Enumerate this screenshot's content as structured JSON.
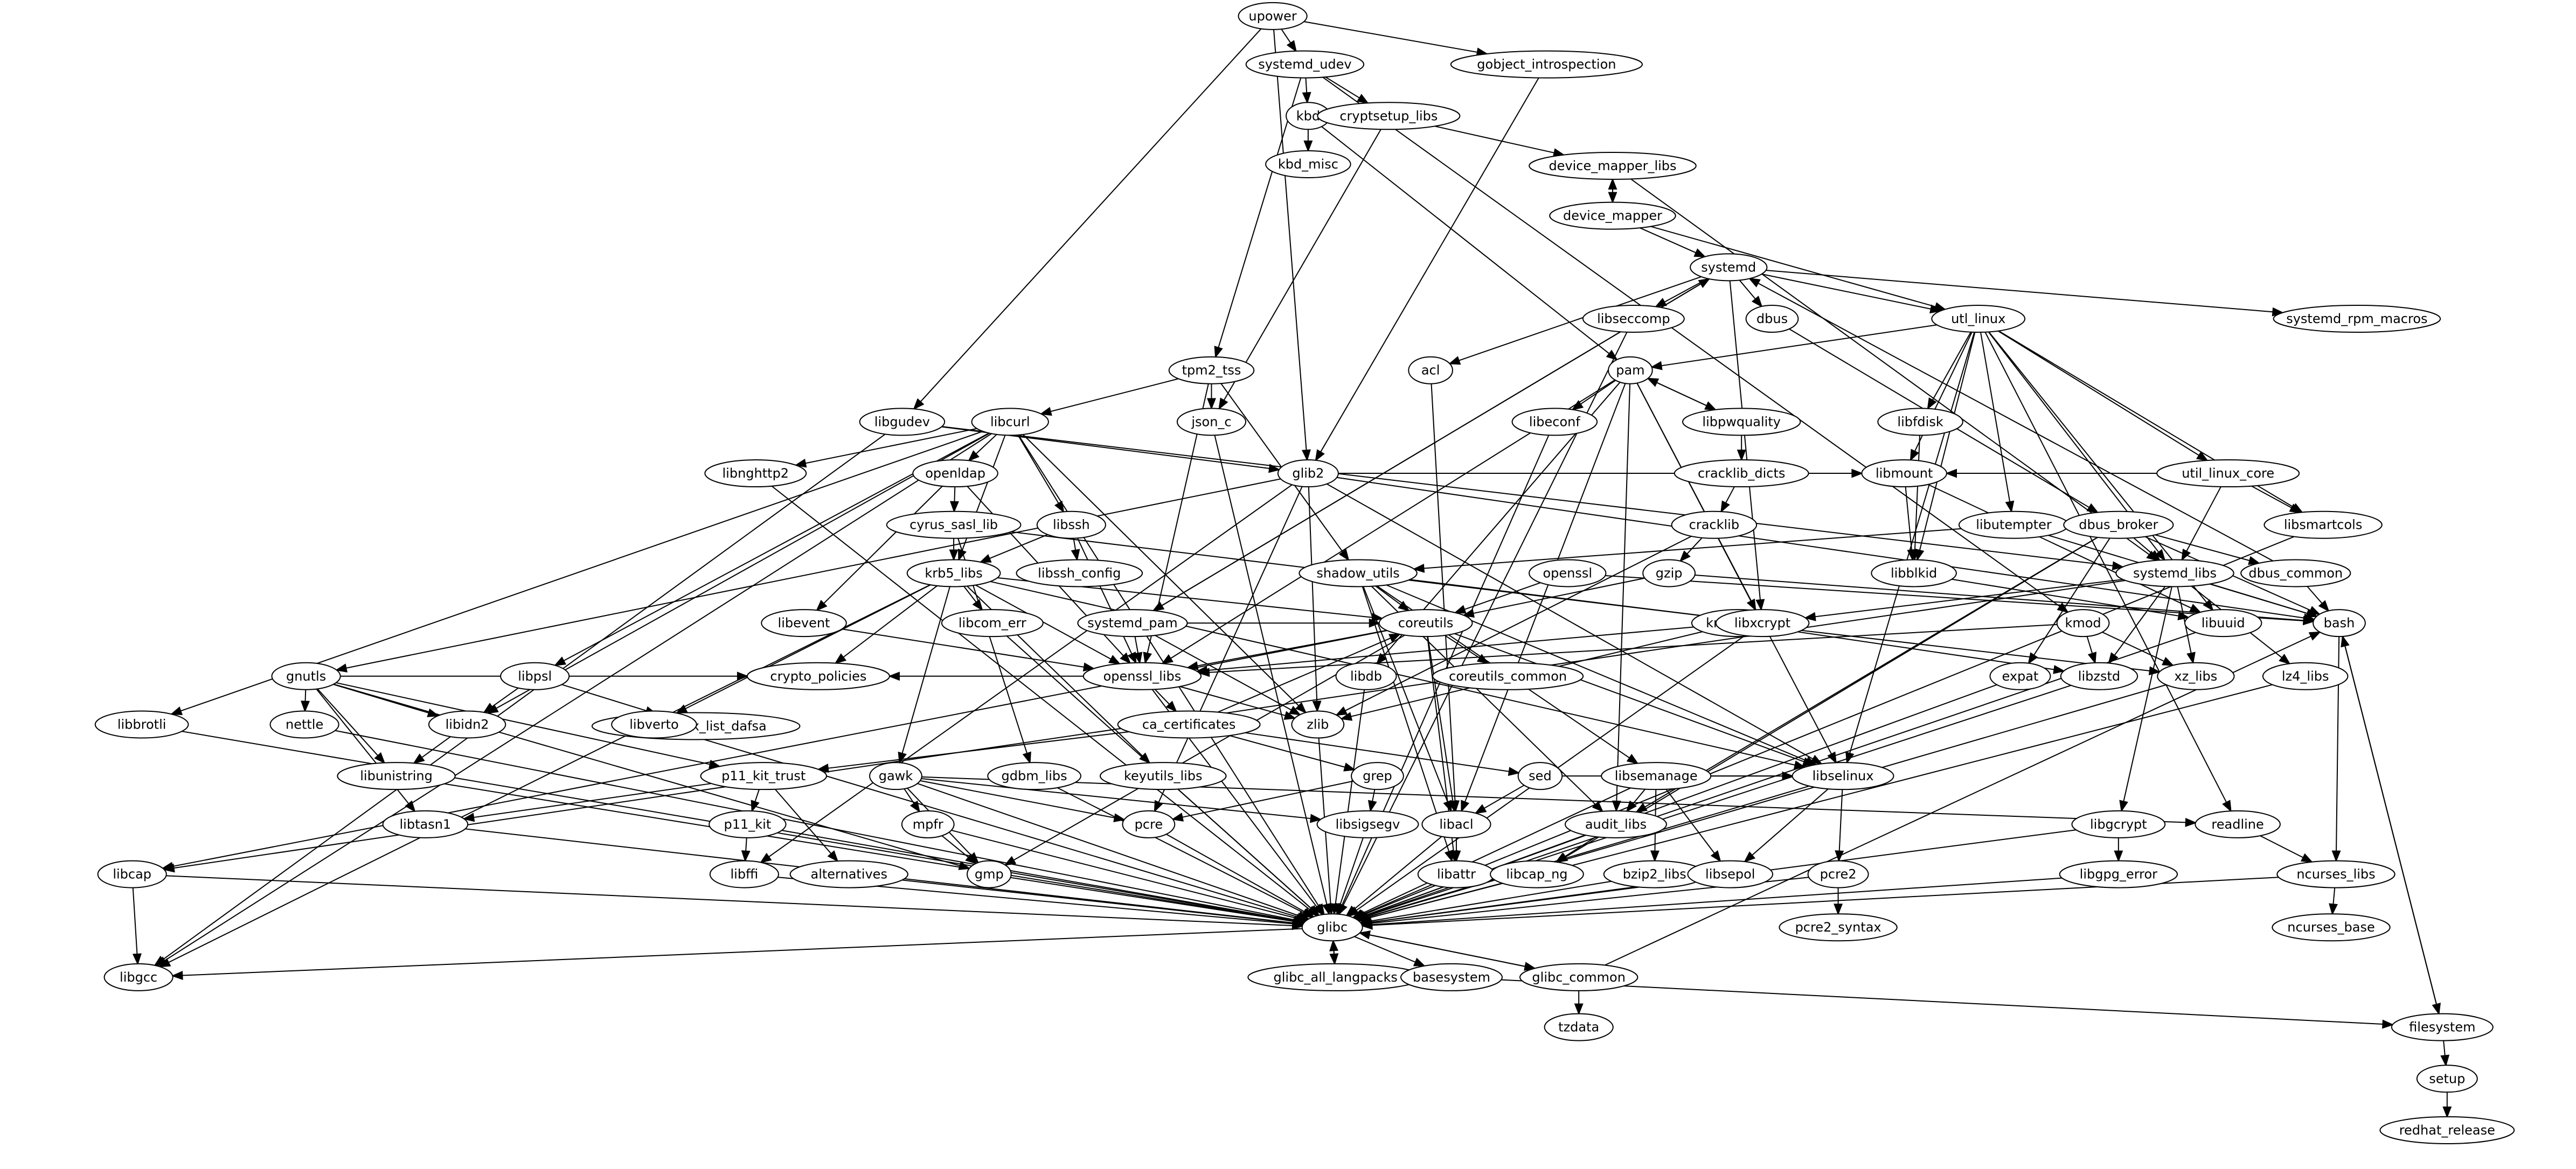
{
  "diagram": {
    "type": "dependency-graph",
    "nodes": [
      "upower",
      "systemd_udev",
      "gobject_introspection",
      "kbd",
      "cryptsetup_libs",
      "kbd_misc",
      "device_mapper_libs",
      "device_mapper",
      "systemd",
      "libseccomp",
      "dbus",
      "utl_linux",
      "systemd_rpm_macros",
      "acl",
      "pam",
      "tpm2_tss",
      "json_c",
      "libcurl",
      "libgudev",
      "libeconf",
      "libpwquality",
      "libfdisk",
      "cracklib_dicts",
      "glib2",
      "libnghttp2",
      "openldap",
      "util_linux_core",
      "libmount",
      "libutempter",
      "dbus_broker",
      "libsmartcols",
      "cyrus_sasl_lib",
      "libssh",
      "cracklib",
      "libssh_config",
      "krb5_libs",
      "shadow_utils",
      "openssl",
      "gzip",
      "libblkid",
      "systemd_libs",
      "dbus_common",
      "libevent",
      "libcom_err",
      "systemd_pam",
      "coreutils",
      "kmod_libs",
      "libxcrypt",
      "libuuid",
      "bash",
      "kmod",
      "gnutls",
      "libpsl",
      "openssl_libs",
      "libdb",
      "coreutils_common",
      "expat",
      "libzstd",
      "xz_libs",
      "lz4_libs",
      "libbrotli",
      "nettle",
      "libidn2",
      "crypto_policies",
      "publicsuffix_list_dafsa",
      "libverto",
      "ca_certificates",
      "zlib",
      "libunistring",
      "p11_kit_trust",
      "gawk",
      "gdbm_libs",
      "keyutils_libs",
      "grep",
      "sed",
      "libsemanage",
      "libselinux",
      "libgcrypt",
      "readline",
      "libtasn1",
      "mpfr",
      "pcre",
      "libsigsegv",
      "libacl",
      "audit_libs",
      "libcap",
      "p11_kit",
      "alternatives",
      "libffi",
      "gmp",
      "libattr",
      "libcap_ng",
      "bzip2_libs",
      "libsepol",
      "pcre2",
      "libgpg_error",
      "ncurses_libs",
      "glibc",
      "pcre2_syntax",
      "ncurses_base",
      "libgcc",
      "glibc_all_langpacks",
      "basesystem",
      "glibc_common",
      "tzdata",
      "filesystem",
      "setup",
      "redhat_release"
    ],
    "edges": [
      [
        "upower",
        "systemd_udev"
      ],
      [
        "upower",
        "gobject_introspection"
      ],
      [
        "upower",
        "libgudev"
      ],
      [
        "upower",
        "glib2"
      ],
      [
        "systemd_udev",
        "kbd"
      ],
      [
        "systemd_udev",
        "cryptsetup_libs"
      ],
      [
        "systemd_udev",
        "tpm2_tss"
      ],
      [
        "systemd_udev",
        "kmod"
      ],
      [
        "kbd",
        "kbd_misc"
      ],
      [
        "kbd",
        "pam"
      ],
      [
        "cryptsetup_libs",
        "device_mapper_libs"
      ],
      [
        "cryptsetup_libs",
        "json_c"
      ],
      [
        "gobject_introspection",
        "glib2"
      ],
      [
        "device_mapper_libs",
        "device_mapper"
      ],
      [
        "device_mapper",
        "device_mapper_libs"
      ],
      [
        "device_mapper",
        "systemd"
      ],
      [
        "device_mapper",
        "utl_linux"
      ],
      [
        "device_mapper_libs",
        "systemd_libs"
      ],
      [
        "systemd",
        "libseccomp"
      ],
      [
        "systemd",
        "dbus"
      ],
      [
        "systemd",
        "utl_linux"
      ],
      [
        "systemd",
        "systemd_rpm_macros"
      ],
      [
        "systemd",
        "acl"
      ],
      [
        "systemd",
        "systemd_pam"
      ],
      [
        "systemd",
        "libxcrypt"
      ],
      [
        "systemd_pam",
        "systemd"
      ],
      [
        "dbus",
        "dbus_broker"
      ],
      [
        "dbus_common",
        "systemd"
      ],
      [
        "utl_linux",
        "pam"
      ],
      [
        "utl_linux",
        "libfdisk"
      ],
      [
        "utl_linux",
        "util_linux_core"
      ],
      [
        "utl_linux",
        "libmount"
      ],
      [
        "utl_linux",
        "libutempter"
      ],
      [
        "utl_linux",
        "libsmartcols"
      ],
      [
        "utl_linux",
        "libuuid"
      ],
      [
        "utl_linux",
        "systemd_libs"
      ],
      [
        "utl_linux",
        "readline"
      ],
      [
        "utl_linux",
        "libblkid"
      ],
      [
        "utl_linux",
        "libselinux"
      ],
      [
        "util_linux_core",
        "libmount"
      ],
      [
        "util_linux_core",
        "libsmartcols"
      ],
      [
        "util_linux_core",
        "systemd_libs"
      ],
      [
        "pam",
        "libeconf"
      ],
      [
        "pam",
        "libpwquality"
      ],
      [
        "pam",
        "libdb"
      ],
      [
        "pam",
        "openssl_libs"
      ],
      [
        "pam",
        "audit_libs"
      ],
      [
        "pam",
        "libxcrypt"
      ],
      [
        "pam",
        "libselinux"
      ],
      [
        "pam",
        "libacl"
      ],
      [
        "libpwquality",
        "pam"
      ],
      [
        "libpwquality",
        "cracklib_dicts"
      ],
      [
        "cracklib_dicts",
        "cracklib"
      ],
      [
        "cracklib",
        "gzip"
      ],
      [
        "cracklib",
        "zlib"
      ],
      [
        "tpm2_tss",
        "json_c"
      ],
      [
        "tpm2_tss",
        "libcurl"
      ],
      [
        "tpm2_tss",
        "openssl_libs"
      ],
      [
        "tpm2_tss",
        "shadow_utils"
      ],
      [
        "libcurl",
        "libnghttp2"
      ],
      [
        "libcurl",
        "openldap"
      ],
      [
        "libcurl",
        "libssh"
      ],
      [
        "libcurl",
        "libpsl"
      ],
      [
        "libcurl",
        "libbrotli"
      ],
      [
        "libcurl",
        "krb5_libs"
      ],
      [
        "libcurl",
        "zlib"
      ],
      [
        "libcurl",
        "libidn2"
      ],
      [
        "libgudev",
        "glib2"
      ],
      [
        "libgudev",
        "systemd_libs"
      ],
      [
        "glib2",
        "gnutls"
      ],
      [
        "glib2",
        "libmount"
      ],
      [
        "glib2",
        "libffi"
      ],
      [
        "glib2",
        "pcre"
      ],
      [
        "glib2",
        "zlib"
      ],
      [
        "glib2",
        "bash"
      ],
      [
        "glib2",
        "libselinux"
      ],
      [
        "openldap",
        "cyrus_sasl_lib"
      ],
      [
        "openldap",
        "libevent"
      ],
      [
        "openldap",
        "openssl_libs"
      ],
      [
        "cyrus_sasl_lib",
        "krb5_libs"
      ],
      [
        "cyrus_sasl_lib",
        "gdbm_libs"
      ],
      [
        "cyrus_sasl_lib",
        "libxcrypt"
      ],
      [
        "libssh",
        "libssh_config"
      ],
      [
        "libssh",
        "krb5_libs"
      ],
      [
        "libssh",
        "openssl_libs"
      ],
      [
        "krb5_libs",
        "libcom_err"
      ],
      [
        "krb5_libs",
        "libverto"
      ],
      [
        "krb5_libs",
        "keyutils_libs"
      ],
      [
        "krb5_libs",
        "gawk"
      ],
      [
        "krb5_libs",
        "coreutils"
      ],
      [
        "krb5_libs",
        "crypto_policies"
      ],
      [
        "krb5_libs",
        "openssl_libs"
      ],
      [
        "krb5_libs",
        "libselinux"
      ],
      [
        "libmount",
        "libblkid"
      ],
      [
        "libmount",
        "libuuid"
      ],
      [
        "libblkid",
        "libuuid"
      ],
      [
        "libfdisk",
        "libblkid"
      ],
      [
        "libutempter",
        "shadow_utils"
      ],
      [
        "libutempter",
        "bash"
      ],
      [
        "dbus_broker",
        "systemd_libs"
      ],
      [
        "dbus_broker",
        "dbus_common"
      ],
      [
        "dbus_broker",
        "expat"
      ],
      [
        "dbus_broker",
        "audit_libs"
      ],
      [
        "dbus_broker",
        "libcap_ng"
      ],
      [
        "dbus_broker",
        "bash"
      ],
      [
        "shadow_utils",
        "coreutils"
      ],
      [
        "shadow_utils",
        "libxcrypt"
      ],
      [
        "shadow_utils",
        "audit_libs"
      ],
      [
        "shadow_utils",
        "libacl"
      ],
      [
        "shadow_utils",
        "libattr"
      ],
      [
        "shadow_utils",
        "libsemanage"
      ],
      [
        "shadow_utils",
        "libselinux"
      ],
      [
        "openssl",
        "coreutils"
      ],
      [
        "openssl",
        "bash"
      ],
      [
        "gzip",
        "coreutils"
      ],
      [
        "gzip",
        "bash"
      ],
      [
        "systemd_libs",
        "libzstd"
      ],
      [
        "systemd_libs",
        "xz_libs"
      ],
      [
        "systemd_libs",
        "lz4_libs"
      ],
      [
        "systemd_libs",
        "libgcrypt"
      ],
      [
        "systemd_libs",
        "bash"
      ],
      [
        "systemd_libs",
        "libxcrypt"
      ],
      [
        "systemd_libs",
        "libcap"
      ],
      [
        "dbus_common",
        "bash"
      ],
      [
        "libevent",
        "openssl_libs"
      ],
      [
        "systemd_pam",
        "openssl_libs"
      ],
      [
        "systemd_pam",
        "coreutils"
      ],
      [
        "systemd_pam",
        "zlib"
      ],
      [
        "coreutils",
        "coreutils_common"
      ],
      [
        "coreutils",
        "libacl"
      ],
      [
        "coreutils",
        "libattr"
      ],
      [
        "coreutils",
        "openssl_libs"
      ],
      [
        "coreutils",
        "libselinux"
      ],
      [
        "coreutils",
        "gmp"
      ],
      [
        "coreutils",
        "libcap"
      ],
      [
        "kmod_libs",
        "openssl_libs"
      ],
      [
        "kmod_libs",
        "libzstd"
      ],
      [
        "kmod_libs",
        "xz_libs"
      ],
      [
        "kmod_libs",
        "zlib"
      ],
      [
        "kmod",
        "libzstd"
      ],
      [
        "kmod",
        "xz_libs"
      ],
      [
        "kmod",
        "openssl_libs"
      ],
      [
        "gnutls",
        "nettle"
      ],
      [
        "gnutls",
        "libidn2"
      ],
      [
        "gnutls",
        "libunistring"
      ],
      [
        "gnutls",
        "libtasn1"
      ],
      [
        "gnutls",
        "p11_kit_trust"
      ],
      [
        "gnutls",
        "crypto_policies"
      ],
      [
        "gnutls",
        "gmp"
      ],
      [
        "libpsl",
        "libidn2"
      ],
      [
        "libpsl",
        "publicsuffix_list_dafsa"
      ],
      [
        "libidn2",
        "libunistring"
      ],
      [
        "openssl_libs",
        "crypto_policies"
      ],
      [
        "openssl_libs",
        "ca_certificates"
      ],
      [
        "openssl_libs",
        "zlib"
      ],
      [
        "ca_certificates",
        "p11_kit_trust"
      ],
      [
        "ca_certificates",
        "grep"
      ],
      [
        "ca_certificates",
        "sed"
      ],
      [
        "ca_certificates",
        "coreutils"
      ],
      [
        "p11_kit_trust",
        "p11_kit"
      ],
      [
        "p11_kit_trust",
        "libtasn1"
      ],
      [
        "p11_kit_trust",
        "alternatives"
      ],
      [
        "p11_kit",
        "libffi"
      ],
      [
        "gawk",
        "mpfr"
      ],
      [
        "gawk",
        "gmp"
      ],
      [
        "gawk",
        "pcre"
      ],
      [
        "gawk",
        "libsigsegv"
      ],
      [
        "gawk",
        "readline"
      ],
      [
        "grep",
        "pcre"
      ],
      [
        "grep",
        "libsigsegv"
      ],
      [
        "sed",
        "libacl"
      ],
      [
        "sed",
        "libselinux"
      ],
      [
        "libsemanage",
        "audit_libs"
      ],
      [
        "libsemanage",
        "bzip2_libs"
      ],
      [
        "libsemanage",
        "libsepol"
      ],
      [
        "libsemanage",
        "libselinux"
      ],
      [
        "libselinux",
        "libsepol"
      ],
      [
        "libselinux",
        "pcre2"
      ],
      [
        "libacl",
        "libattr"
      ],
      [
        "audit_libs",
        "libcap_ng"
      ],
      [
        "mpfr",
        "gmp"
      ],
      [
        "libgcrypt",
        "libgpg_error"
      ],
      [
        "readline",
        "ncurses_libs"
      ],
      [
        "bash",
        "ncurses_libs"
      ],
      [
        "bash",
        "filesystem"
      ],
      [
        "ncurses_libs",
        "ncurses_base"
      ],
      [
        "pcre2",
        "pcre2_syntax"
      ],
      [
        "libcap",
        "libgcc"
      ],
      [
        "glibc",
        "libgcc"
      ],
      [
        "glibc",
        "glibc_all_langpacks"
      ],
      [
        "glibc_all_langpacks",
        "glibc"
      ],
      [
        "glibc",
        "basesystem"
      ],
      [
        "glibc",
        "glibc_common"
      ],
      [
        "glibc_common",
        "glibc"
      ],
      [
        "glibc_common",
        "tzdata"
      ],
      [
        "glibc_common",
        "bash"
      ],
      [
        "basesystem",
        "filesystem"
      ],
      [
        "filesystem",
        "bash"
      ],
      [
        "filesystem",
        "setup"
      ],
      [
        "setup",
        "redhat_release"
      ],
      [
        "libbrotli",
        "glibc"
      ],
      [
        "nettle",
        "glibc"
      ],
      [
        "libunistring",
        "glibc"
      ],
      [
        "libtasn1",
        "glibc"
      ],
      [
        "libverto",
        "glibc"
      ],
      [
        "libffi",
        "glibc"
      ],
      [
        "p11_kit",
        "glibc"
      ],
      [
        "alternatives",
        "glibc"
      ],
      [
        "gmp",
        "glibc"
      ],
      [
        "mpfr",
        "glibc"
      ],
      [
        "pcre",
        "glibc"
      ],
      [
        "libsigsegv",
        "glibc"
      ],
      [
        "gdbm_libs",
        "glibc"
      ],
      [
        "keyutils_libs",
        "glibc"
      ],
      [
        "zlib",
        "glibc"
      ],
      [
        "libdb",
        "glibc"
      ],
      [
        "libacl",
        "glibc"
      ],
      [
        "libattr",
        "glibc"
      ],
      [
        "libcap_ng",
        "glibc"
      ],
      [
        "bzip2_libs",
        "glibc"
      ],
      [
        "libsepol",
        "glibc"
      ],
      [
        "audit_libs",
        "glibc"
      ],
      [
        "pcre2",
        "glibc"
      ],
      [
        "expat",
        "glibc"
      ],
      [
        "libzstd",
        "glibc"
      ],
      [
        "xz_libs",
        "glibc"
      ],
      [
        "lz4_libs",
        "glibc"
      ],
      [
        "libgcrypt",
        "glibc"
      ],
      [
        "libgpg_error",
        "glibc"
      ],
      [
        "libuuid",
        "glibc"
      ],
      [
        "ncurses_libs",
        "glibc"
      ],
      [
        "libcap",
        "glibc"
      ],
      [
        "libnghttp2",
        "glibc"
      ],
      [
        "libcom_err",
        "glibc"
      ],
      [
        "libxcrypt",
        "glibc"
      ],
      [
        "libeconf",
        "glibc"
      ],
      [
        "json_c",
        "glibc"
      ],
      [
        "gawk",
        "glibc"
      ],
      [
        "libselinux",
        "glibc"
      ],
      [
        "libgudev",
        "libgcc"
      ],
      [
        "libcurl",
        "libgcc"
      ],
      [
        "krb5_libs",
        "libgcc"
      ],
      [
        "libcurl",
        "glibc"
      ],
      [
        "libsmartcols",
        "glibc"
      ],
      [
        "libseccomp",
        "glibc"
      ],
      [
        "acl",
        "libacl"
      ],
      [
        "openssl_libs",
        "glibc"
      ],
      [
        "libsemanage",
        "glibc"
      ]
    ]
  }
}
